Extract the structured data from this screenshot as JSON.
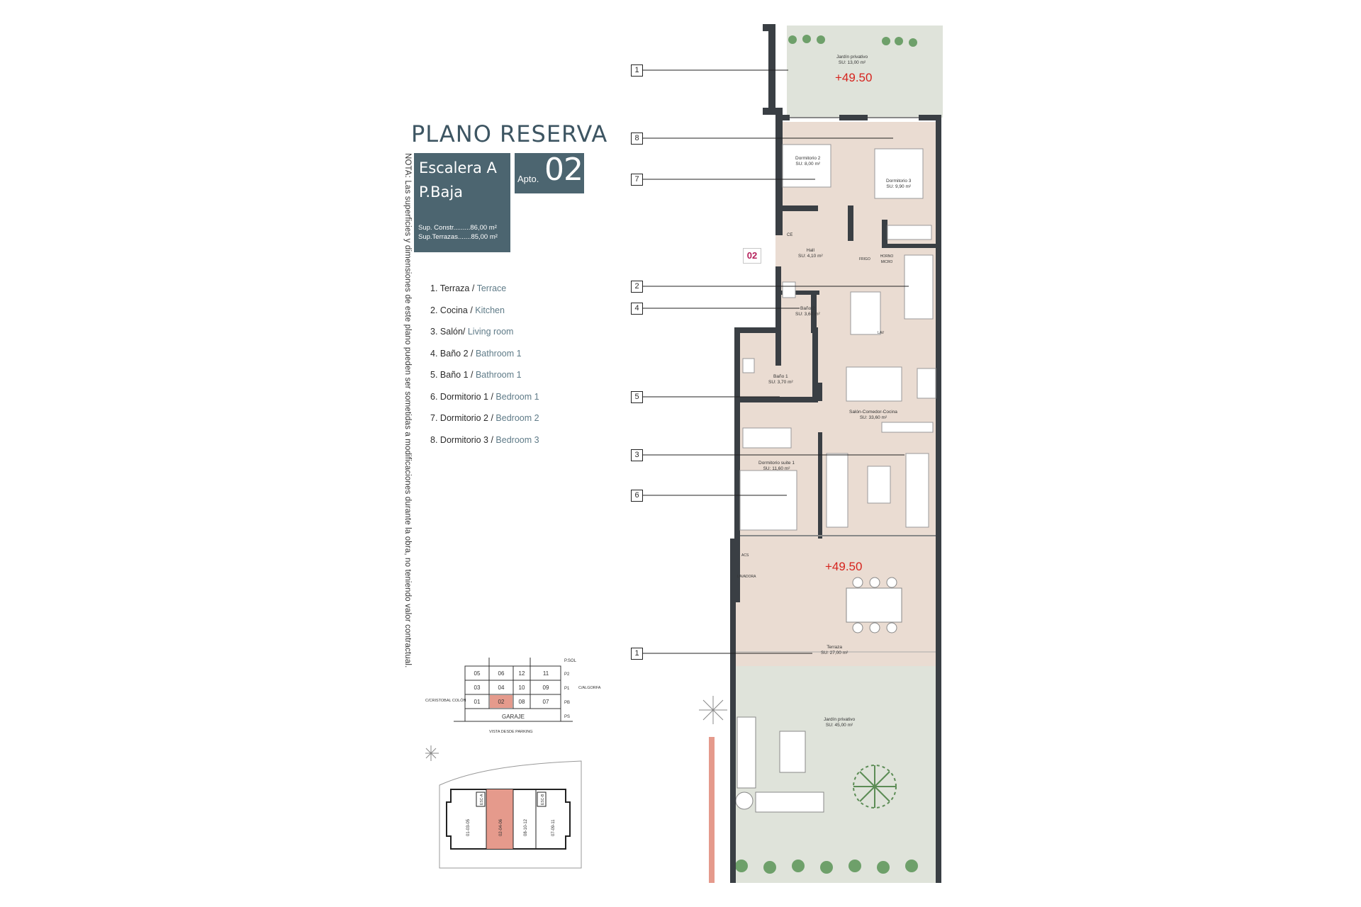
{
  "header": {
    "title": "PLANO RESERVA",
    "stair": "Escalera A",
    "floor": "P.Baja",
    "built_area": "Sup. Constr.........86,00 m²",
    "terrace_area": "Sup.Terrazas.......85,00 m²",
    "apto_label": "Apto.",
    "apto_number": "02"
  },
  "note": "NOTA: Las superficies y dimensiones de este plano pueden ser sometidas a modificaciones durante la obra, no teniendo valor contractual.",
  "legend": [
    {
      "num": "1.",
      "es": "Terraza",
      "en": "Terrace"
    },
    {
      "num": "2.",
      "es": "Cocina",
      "en": "Kitchen"
    },
    {
      "num": "3.",
      "es": "Salón",
      "en": "Living room"
    },
    {
      "num": "4.",
      "es": "Baño 2",
      "en": "Bathroom 1"
    },
    {
      "num": "5.",
      "es": "Baño 1",
      "en": "Bathroom 1"
    },
    {
      "num": "6.",
      "es": "Dormitorio 1",
      "en": "Bedroom 1"
    },
    {
      "num": "7.",
      "es": "Dormitorio 2",
      "en": "Bedroom 2"
    },
    {
      "num": "8.",
      "es": "Dormitorio 3",
      "en": "Bedroom 3"
    }
  ],
  "references": [
    "1",
    "8",
    "7",
    "2",
    "4",
    "5",
    "3",
    "6",
    "1"
  ],
  "elevations": {
    "top": "+49.50",
    "terrace": "+49.50"
  },
  "apartment_tag": "02",
  "rooms": {
    "garden_top": {
      "name": "Jardín privativo",
      "area": "SU: 13,00 m²"
    },
    "dorm2": {
      "name": "Dormitorio 2",
      "area": "SU: 8,00 m²"
    },
    "dorm3": {
      "name": "Dormitorio 3",
      "area": "SU: 9,90 m²"
    },
    "hall": {
      "name": "Hall",
      "area": "SU: 4,10 m²"
    },
    "bano2": {
      "name": "Baño 2",
      "area": "SU: 3,60 m²"
    },
    "bano1": {
      "name": "Baño 1",
      "area": "SU: 3,70 m²"
    },
    "salon": {
      "name": "Salón-Comedor-Cocina",
      "area": "SU: 33,60 m²"
    },
    "suite": {
      "name": "Dormitorio suite 1",
      "area": "SU: 11,60 m²"
    },
    "terraza": {
      "name": "Terraza",
      "area": "SU: 27,00 m²"
    },
    "garden_bottom": {
      "name": "Jardín privativo",
      "area": "SU: 45,00 m²"
    }
  },
  "fixtures": {
    "ce": "CE",
    "frigo": "FRIGO",
    "horno": "HORNO MICRO",
    "lav": "LAV",
    "acs": "ACS",
    "lavadora": "LAVADORA"
  },
  "key_plan": {
    "rows": [
      {
        "floor": "P.SOL",
        "cells": []
      },
      {
        "floor": "P2",
        "cells": [
          "05",
          "06",
          "12",
          "11"
        ]
      },
      {
        "floor": "P1",
        "cells": [
          "03",
          "04",
          "10",
          "09"
        ]
      },
      {
        "floor": "PB",
        "cells": [
          "01",
          "02",
          "08",
          "07"
        ]
      },
      {
        "floor": "PS",
        "cells": [
          "GARAJE"
        ]
      }
    ],
    "street_left": "C/CRISTOBAL COLÓN",
    "street_right": "C/ALGORFA",
    "caption": "VISTA DESDE PARKING"
  },
  "site_plan": {
    "blocks": [
      "01-03-05",
      "02-04-06",
      "08-10-12",
      "07-09-11"
    ],
    "stairs": [
      "ESC-A",
      "ESC-B"
    ]
  },
  "colors": {
    "accent": "#4c6570",
    "highlight": "#e59a8c",
    "elevation": "#d6241e",
    "floor": "#eadcd2"
  }
}
